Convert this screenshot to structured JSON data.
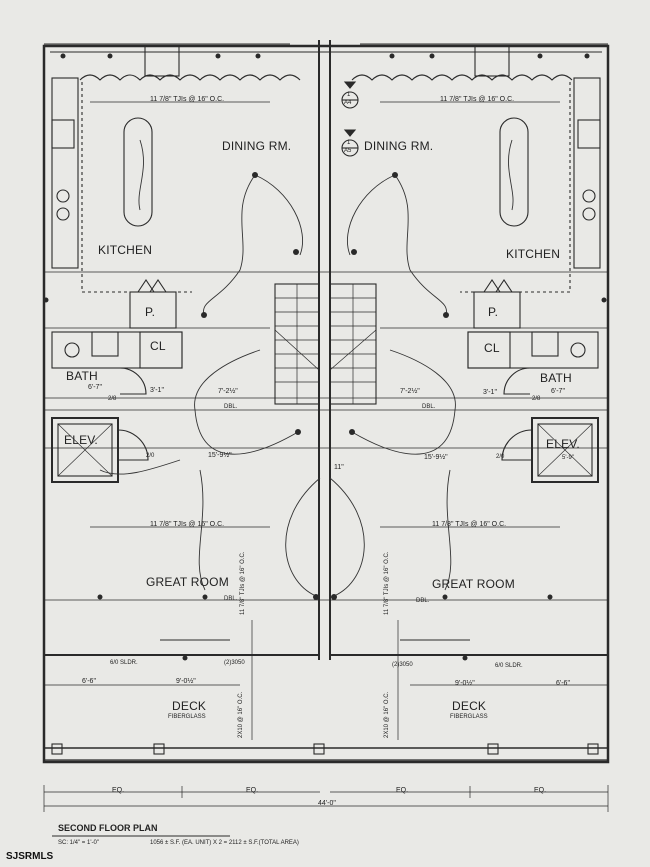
{
  "rooms": {
    "dining_left": "DINING RM.",
    "dining_right": "DINING RM.",
    "kitchen_left": "KITCHEN",
    "kitchen_right": "KITCHEN",
    "bath_left": "BATH",
    "bath_right": "BATH",
    "cl_left": "CL",
    "cl_right": "CL",
    "pantry_left": "P.",
    "pantry_right": "P.",
    "elev_left": "ELEV.",
    "elev_right": "ELEV.",
    "great_left": "GREAT ROOM",
    "great_right": "GREAT ROOM",
    "deck_left": "DECK",
    "deck_right": "DECK",
    "deck_mat_left": "FIBERGLASS",
    "deck_mat_right": "FIBERGLASS"
  },
  "notes": {
    "joist_top_left": "11 7/8\" TJIs @ 16\" O.C.",
    "joist_top_right": "11 7/8\" TJIs @ 16\" O.C.",
    "joist_mid_left": "11 7/8\" TJIs @ 16\" O.C.",
    "joist_mid_right": "11 7/8\" TJIs @ 16\" O.C.",
    "joist_deck_left": "11 7/8\" TJIs @ 16\" O.C.",
    "joist_deck_right": "11 7/8\" TJIs @ 16\" O.C.",
    "deck_joist_left": "2X10 @ 16\" O.C.",
    "deck_joist_right": "2X10 @ 16\" O.C.",
    "dim_bath_left": "6'-7\"",
    "dim_bath_right": "6'-7\"",
    "dim_cl_left": "3'-1\"",
    "dim_cl_right": "3'-1\"",
    "dim_hall_left": "7'-2½\"",
    "dim_hall_right": "7'-2½\"",
    "dim_great_left": "15'-9½\"",
    "dim_great_right": "15'-9½\"",
    "dim_center": "11\"",
    "dim_deck_left_a": "6'-6\"",
    "dim_deck_left_b": "9'-0½\"",
    "dim_deck_right_a": "9'-0½\"",
    "dim_deck_right_b": "6'-6\"",
    "dim_elev": "5'-9\"",
    "slider_left": "6/0 SLDR.",
    "slider_right": "6/0 SLDR.",
    "window_left": "(2)3050",
    "window_right": "(2)3050",
    "door_left": "2/8",
    "door_right": "2/8",
    "door_elev_left": "2/0",
    "door_elev_right": "2/0",
    "dbl": "DBL.",
    "eq": "EQ.",
    "overall": "44'-0\"",
    "section_a4": "A4",
    "section_a5": "A5",
    "section_num": "1"
  },
  "title_block": {
    "title": "SECOND FLOOR PLAN",
    "scale": "SC: 1/4\" = 1'-0\"",
    "area": "1056 ± S.F. (EA. UNIT) X 2 = 2112 ± S.F.(TOTAL AREA)"
  },
  "watermark": "SJSRMLS",
  "colors": {
    "paper": "#e9e9e6",
    "ink": "#2a2a2a",
    "ink_light": "#555555"
  }
}
